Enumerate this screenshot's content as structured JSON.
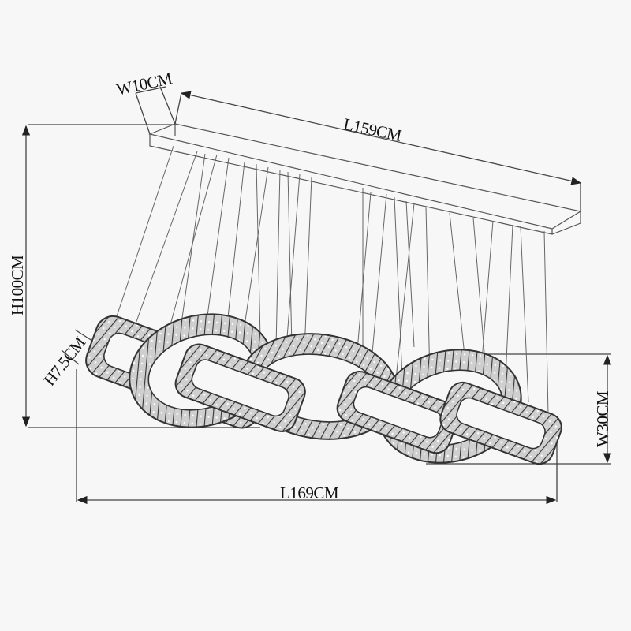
{
  "drawing": {
    "subject": "Chain-link crystal chandelier dimension drawing",
    "dimensions": {
      "canopy_width": "W10CM",
      "canopy_length": "L159CM",
      "overall_height": "H100CM",
      "link_height": "H7.5CM",
      "overall_width": "W30CM",
      "overall_length": "L169CM"
    },
    "colors": {
      "background": "#f7f7f7",
      "line": "#555555",
      "band_fill": "#c8c8c8",
      "text": "#111111"
    }
  }
}
